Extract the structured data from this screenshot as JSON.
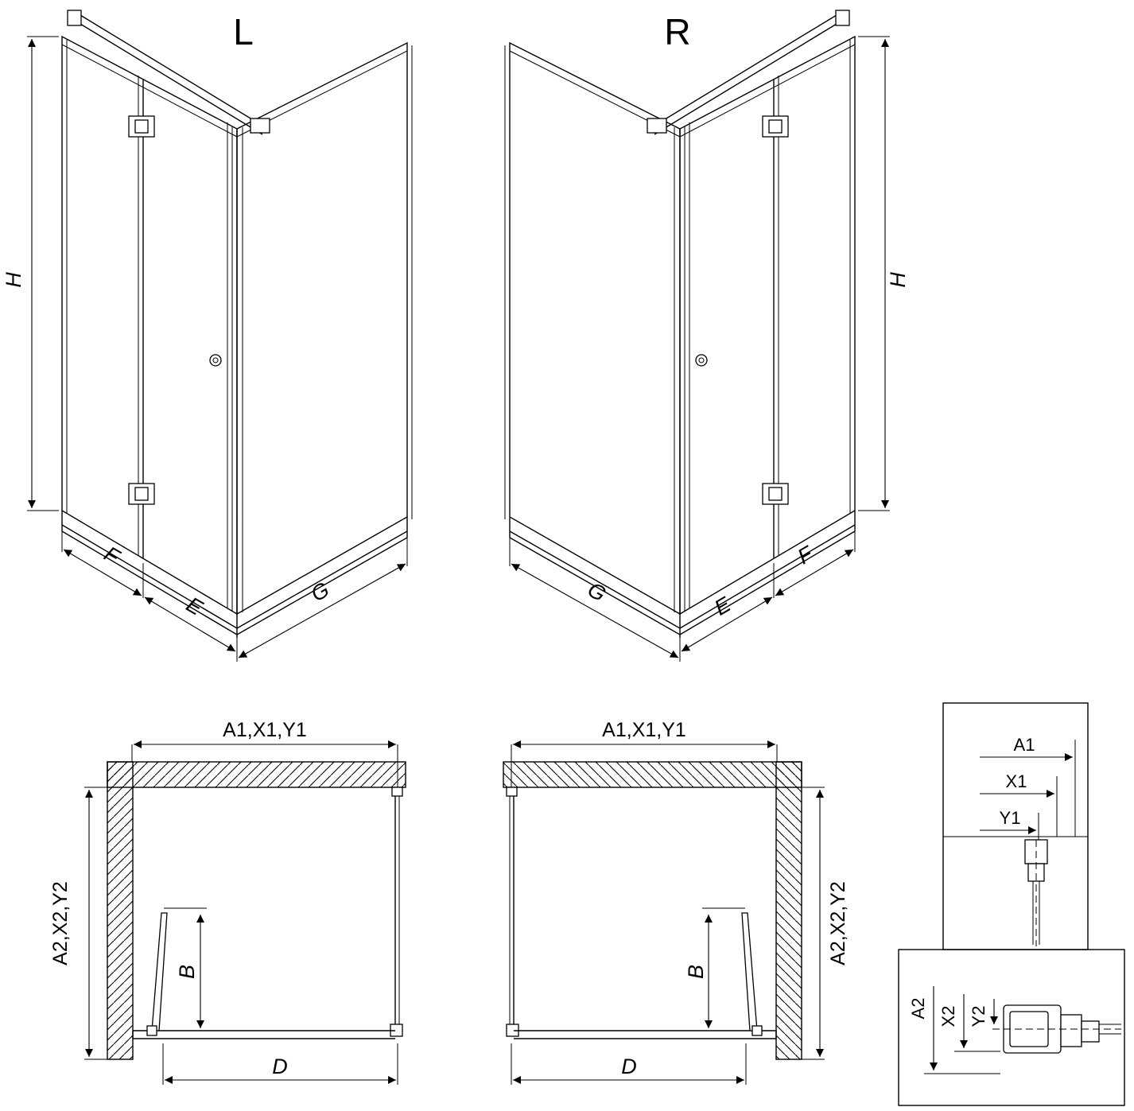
{
  "colors": {
    "line": "#000000",
    "background": "#ffffff"
  },
  "iso_left": {
    "title": "L",
    "height": "H",
    "fixed_panel": "F",
    "door": "E",
    "side_panel": "G"
  },
  "iso_right": {
    "title": "R",
    "height": "H",
    "fixed_panel": "F",
    "door": "E",
    "side_panel": "G"
  },
  "plan_left": {
    "width_top": "A1,X1,Y1",
    "depth_side": "A2,X2,Y2",
    "door_open": "B",
    "opening": "D"
  },
  "plan_right": {
    "width_top": "A1,X1,Y1",
    "depth_side": "A2,X2,Y2",
    "door_open": "B",
    "opening": "D"
  },
  "detail_top": {
    "a1": "A1",
    "x1": "X1",
    "y1": "Y1"
  },
  "detail_bottom": {
    "a2": "A2",
    "x2": "X2",
    "y2": "Y2"
  }
}
